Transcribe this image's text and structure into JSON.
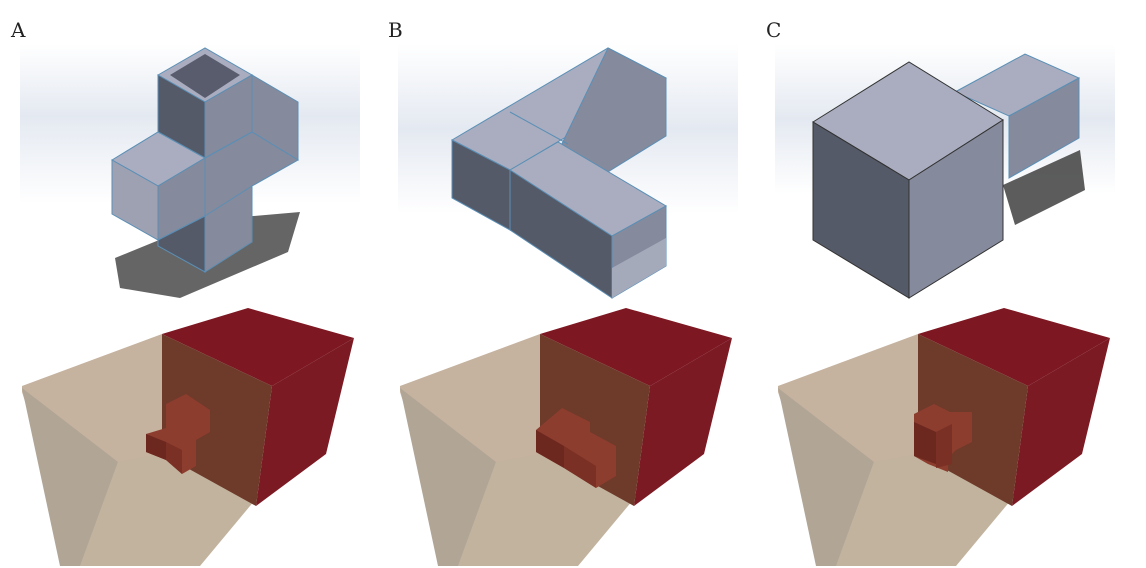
{
  "panels": [
    {
      "label": "A",
      "shape": "cross"
    },
    {
      "label": "B",
      "shape": "l-shape"
    },
    {
      "label": "C",
      "shape": "cube-with-bar"
    }
  ],
  "colors": {
    "cad_top": "#a9adbf",
    "cad_side_light": "#858a9c",
    "cad_side_dark": "#555a69",
    "cad_edge": "#5a8fb6",
    "backdrop": "#e6ebf3",
    "shadow": "#4c4c4c",
    "vox_beige": "#c7b3a2",
    "vox_beige_dark": "#b5a695",
    "vox_red": "#7e1822",
    "vox_red_mid": "#732c26",
    "vox_object": "#8c3d2e"
  }
}
